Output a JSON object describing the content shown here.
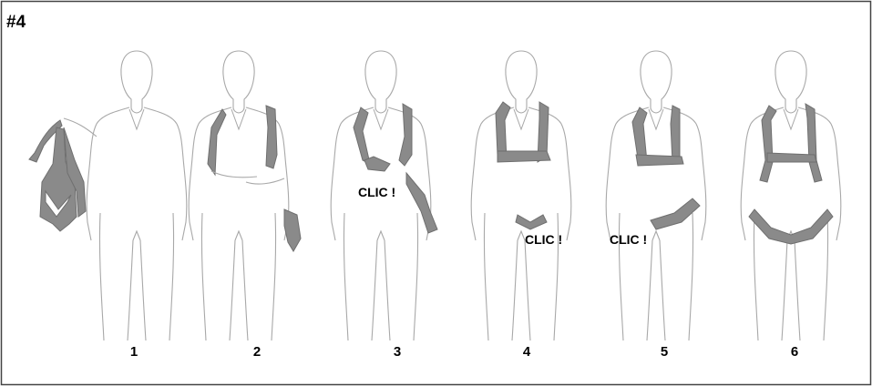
{
  "figure_label": "#4",
  "colors": {
    "outline": "#a8a8a8",
    "strap": "#8a8a8a",
    "strap_dark": "#6f6f6f",
    "text": "#000000",
    "border": "#444444"
  },
  "steps": [
    {
      "number": "1",
      "callout": ""
    },
    {
      "number": "2",
      "callout": ""
    },
    {
      "number": "3",
      "callout": "CLIC !"
    },
    {
      "number": "4",
      "callout": "CLIC !"
    },
    {
      "number": "5",
      "callout": "CLIC !"
    },
    {
      "number": "6",
      "callout": ""
    }
  ]
}
